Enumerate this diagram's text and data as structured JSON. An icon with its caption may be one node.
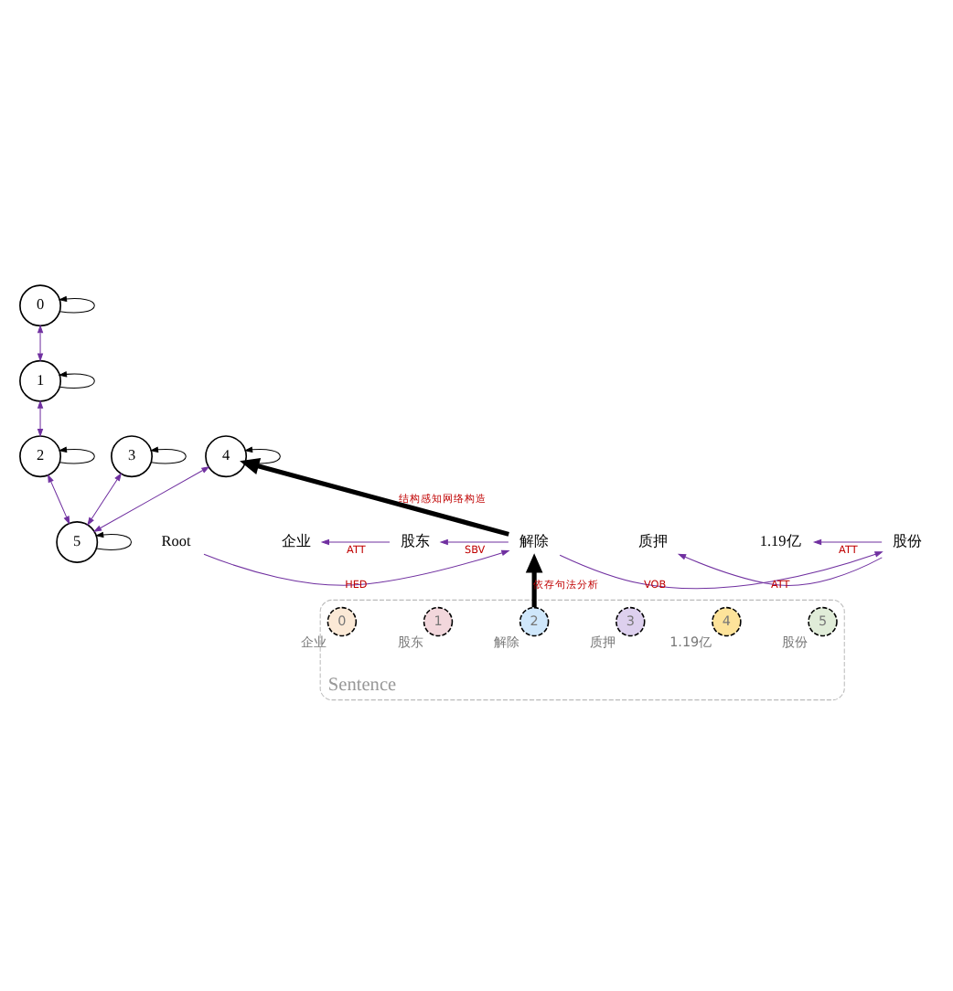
{
  "diagram": {
    "nodes": [
      {
        "text": [
          "0"
        ]
      },
      {
        "text": [
          "1"
        ]
      },
      {
        "text": [
          "2"
        ]
      },
      {
        "text": [
          "3"
        ]
      },
      {
        "text": [
          "4"
        ]
      },
      {
        "text": [
          "5"
        ]
      },
      {
        "text": [
          "Root"
        ]
      },
      {
        "text": [
          "企业"
        ]
      },
      {
        "text": [
          "股东"
        ]
      },
      {
        "text": [
          "解除"
        ]
      },
      {
        "text": [
          "质押"
        ]
      },
      {
        "text": [
          "1.19亿"
        ]
      },
      {
        "text": [
          "股份"
        ]
      },
      {
        "text": [
          "Sentence"
        ]
      },
      {
        "text": [
          "0"
        ],
        "beside": [
          "企业"
        ],
        "in": 13
      },
      {
        "text": [
          "1"
        ],
        "beside": [
          "股东"
        ],
        "in": 13
      },
      {
        "text": [
          "2"
        ],
        "beside": [
          "解除"
        ],
        "in": 13
      },
      {
        "text": [
          "3"
        ],
        "beside": [
          "质押"
        ],
        "in": 13
      },
      {
        "text": [
          "4"
        ],
        "beside": [
          "1.19亿"
        ],
        "in": 13
      },
      {
        "text": [
          "5"
        ],
        "beside": [
          "股份"
        ],
        "in": 13
      }
    ],
    "edges": [
      {
        "from": 0,
        "to": 0,
        "arrow": "to",
        "color": "#000000"
      },
      {
        "from": 1,
        "to": 1,
        "arrow": "to",
        "color": "#000000"
      },
      {
        "from": 2,
        "to": 2,
        "arrow": "to",
        "color": "#000000"
      },
      {
        "from": 3,
        "to": 3,
        "arrow": "to",
        "color": "#000000"
      },
      {
        "from": 4,
        "to": 4,
        "arrow": "to",
        "color": "#000000"
      },
      {
        "from": 5,
        "to": 5,
        "arrow": "to",
        "color": "#000000"
      },
      {
        "from": 1,
        "to": 0,
        "arrow": "both"
      },
      {
        "from": 2,
        "to": 1,
        "arrow": "both"
      },
      {
        "from": 5,
        "to": 2,
        "arrow": "both"
      },
      {
        "from": 5,
        "to": 3,
        "arrow": "both"
      },
      {
        "from": 5,
        "to": 4,
        "arrow": "both"
      },
      {
        "from": 6,
        "to": 9,
        "arrow": "to",
        "label": "HED"
      },
      {
        "from": 8,
        "to": 7,
        "arrow": "to",
        "label": "ATT"
      },
      {
        "from": 9,
        "to": 8,
        "arrow": "to",
        "label": "SBV"
      },
      {
        "from": 9,
        "to": 12,
        "arrow": "to",
        "label": "VOB"
      },
      {
        "from": 12,
        "to": 10,
        "arrow": "to",
        "label": "ATT"
      },
      {
        "from": 12,
        "to": 11,
        "arrow": "to",
        "label": "ATT"
      },
      {
        "from": 16,
        "to": 9,
        "arrow": "to",
        "label": "依存句法分析",
        "style": "thick",
        "color": "#000000"
      },
      {
        "from": 9,
        "to": 4,
        "arrow": "to",
        "label": "结构感知网络构造",
        "style": "thick",
        "color": "#000000"
      }
    ]
  }
}
